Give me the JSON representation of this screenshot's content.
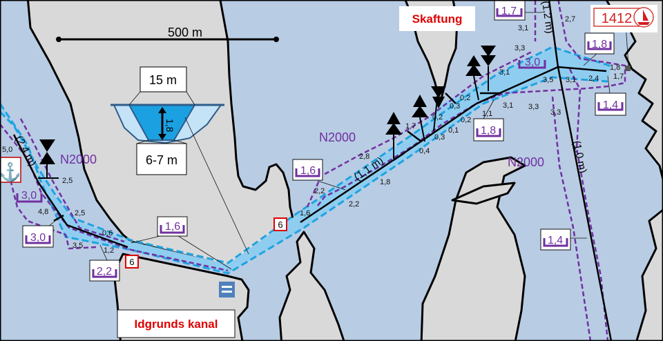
{
  "map": {
    "colors": {
      "water": "#b8cce4",
      "land": "#d9d9d9",
      "channel": "#8fcdf0",
      "channel_edge": "#1fa3e0",
      "protected_area": "#7030a0",
      "label_red": "#e00000"
    },
    "scale_bar": "500 m",
    "places": {
      "skaftung": "Skaftung",
      "idgrunds_kanal": "Idgrunds kanal"
    },
    "chart_number": "1412",
    "natura_labels": [
      "N2000",
      "N2000",
      "N2000"
    ],
    "cross_section": {
      "top_width": "15 m",
      "bottom_width": "6-7 m",
      "depth": "1,8"
    },
    "fairway_depths": [
      "(2,4 m)",
      "(1,1 m)",
      "(1,2 m)",
      "(1,0 m)"
    ],
    "channel_depth_boxes": [
      "3,0",
      "3,0",
      "2,2",
      "1,6",
      "1,6",
      "1,8",
      "1,7",
      "1,8",
      "1,4",
      "1,4",
      "3,0"
    ],
    "soundings": [
      "5,0",
      "2,5",
      "4,8",
      "2,5",
      "0,6",
      "3,5",
      "1,2",
      "1,6",
      "2,2",
      "2,2",
      "2,8",
      "1,8",
      "1,7",
      "0,4",
      "0,3",
      "0,1",
      "0,2",
      "0,2",
      "0,3",
      "0,2",
      "1,1",
      "3,1",
      "3,1",
      "3,3",
      "3,5",
      "3,1",
      "2,4",
      "1,8",
      "1,7",
      "3,3",
      "3,3",
      "3,1",
      "2,7"
    ],
    "speed_signs": [
      "6",
      "6"
    ],
    "icons": [
      "anchor-icon",
      "boat-icon",
      "lock-icon"
    ]
  }
}
